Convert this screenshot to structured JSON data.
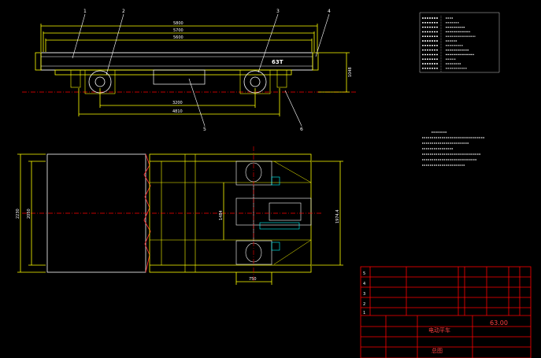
{
  "side_view": {
    "callouts": [
      "1",
      "2",
      "3",
      "4",
      "5",
      "6"
    ],
    "dims": {
      "overall_1": "5800",
      "overall_2": "5700",
      "overall_3": "5600",
      "wheelbase": "3200",
      "rail_span": "4810",
      "height": "1048"
    },
    "capacity_label": "63T"
  },
  "plan_view": {
    "dims": {
      "width_a": "2230",
      "width_b": "2050",
      "inner": "1484",
      "bottom": "750",
      "right": "1974.4"
    }
  },
  "title_block": {
    "rows": [
      "5",
      "4",
      "3",
      "2",
      "1"
    ],
    "drawing_no": "63.00",
    "name": "电动平车",
    "sub": "总图"
  },
  "colors": {
    "line": "#ffff00",
    "annotation": "#ffffff",
    "border": "#ff0000",
    "centerline": "#ff0000",
    "detail": "#00ffff"
  }
}
